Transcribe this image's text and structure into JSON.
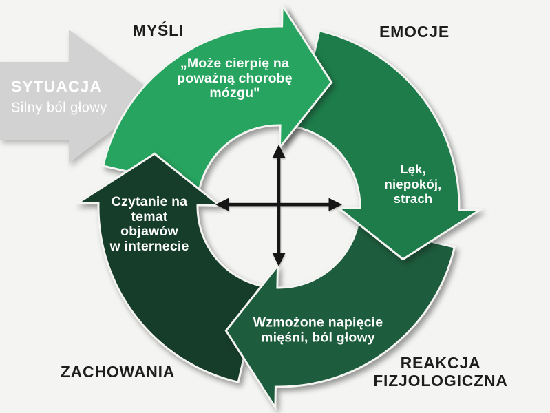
{
  "diagram_title": "CBT cycle diagram (thoughts-emotions-physiology-behaviors)",
  "situation": {
    "label": "SYTUACJA",
    "description": "Silny ból głowy",
    "arrow_color": "#d2d2d2",
    "text_color": "#ffffff"
  },
  "nodes": [
    {
      "id": "thoughts",
      "label": "MYŚLI",
      "content": "„Może cierpię na\npoważną chorobę\nmózgu\"",
      "color": "#27a45f"
    },
    {
      "id": "emotions",
      "label": "EMOCJE",
      "content": "Lęk,\nniepokój,\nstrach",
      "color": "#1d7c4a"
    },
    {
      "id": "physiological-reaction",
      "label": "REAKCJA\nFIZJOLOGICZNA",
      "content": "Wzmożone napięcie\nmięśni, ból głowy",
      "color": "#1d5c3c"
    },
    {
      "id": "behaviors",
      "label": "ZACHOWANIA",
      "content": "Czytanie na\ntemat\nobjawów\nw internecie",
      "color": "#163d29"
    }
  ],
  "center_icon": {
    "name": "four-way-interaction-arrows",
    "color": "#161616"
  },
  "colors": {
    "background": "#f4f4f2",
    "label_text": "#1d1d1b"
  }
}
